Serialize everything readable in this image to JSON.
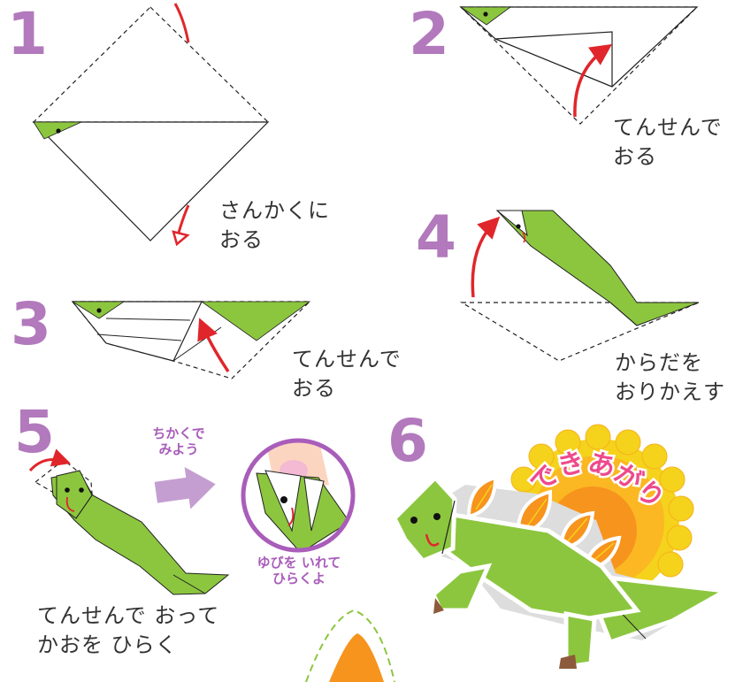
{
  "steps": [
    {
      "number": "1",
      "text": "さんかくに\nおる"
    },
    {
      "number": "2",
      "text": "てんせんで\nおる"
    },
    {
      "number": "3",
      "text": "てんせんで\nおる"
    },
    {
      "number": "4",
      "text": "からだを\nおりかえす"
    },
    {
      "number": "5",
      "text": "てんせんで おって\nかおを ひらく"
    },
    {
      "number": "6",
      "text": "できあがり"
    }
  ],
  "notes": {
    "look_closer": "ちかくで\nみよう",
    "finger_tip": "ゆびを いれて\nひらくよ"
  },
  "colors": {
    "step_number": "#b279bc",
    "fold_arrow": "#e0262b",
    "paper_green": "#8cc63f",
    "accent_purple": "#a95dba",
    "sun_yellow": "#f5d21c",
    "sun_orange": "#f7941d",
    "done_text": "#ee4a8c"
  }
}
